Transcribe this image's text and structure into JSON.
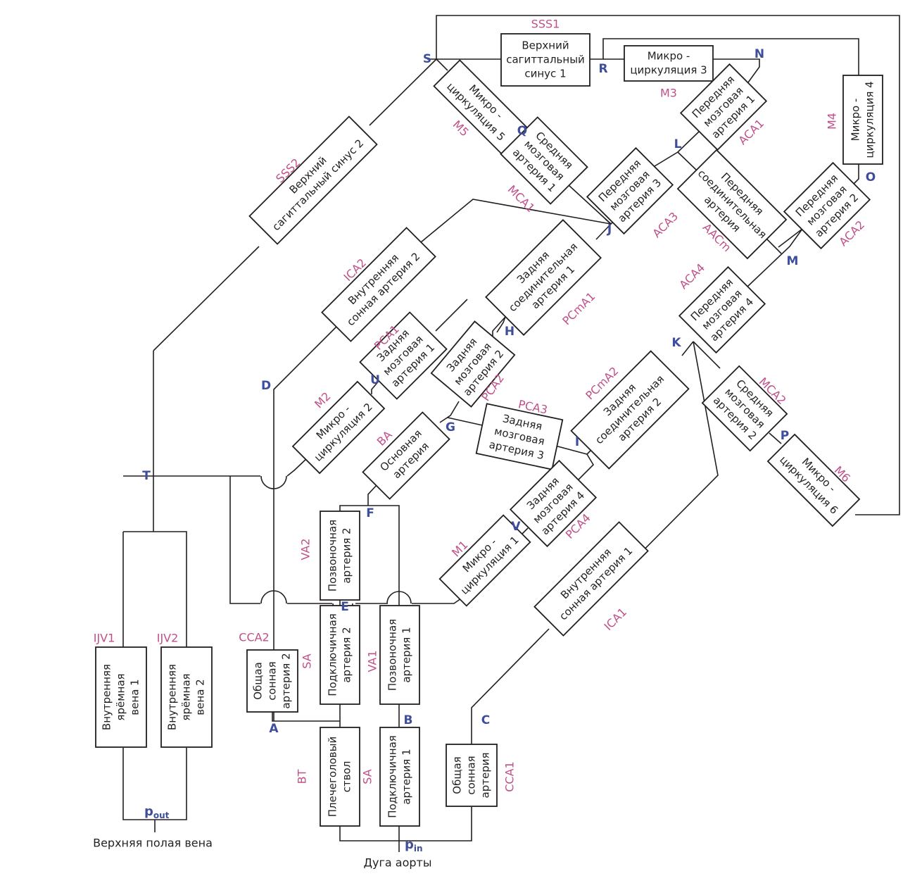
{
  "colors": {
    "line": "#231f20",
    "abbreviation": "#c0508a",
    "node": "#3e4d9c"
  },
  "vessels": [
    {
      "id": "SSS1",
      "name": [
        "Верхний",
        "сагиттальный",
        "синус 1"
      ]
    },
    {
      "id": "SSS2",
      "name": [
        "Верхний",
        "сагиттальный синус 2"
      ]
    },
    {
      "id": "M3",
      "name": [
        "Микро -",
        "циркуляция 3"
      ]
    },
    {
      "id": "M4",
      "name": [
        "Микро -",
        "циркуляция 4"
      ]
    },
    {
      "id": "M5",
      "name": [
        "Микро -",
        "циркуляция 5"
      ]
    },
    {
      "id": "MCA1",
      "name": [
        "Средняя",
        "мозговая",
        "артерия 1"
      ]
    },
    {
      "id": "ACA1",
      "name": [
        "Передняя",
        "мозговая",
        "артерия 1"
      ]
    },
    {
      "id": "ACA3",
      "name": [
        "Передняя",
        "мозговая",
        "артерия 3"
      ]
    },
    {
      "id": "AACm",
      "name": [
        "Передняя",
        "соединительная",
        "артерия"
      ]
    },
    {
      "id": "ACA2",
      "name": [
        "Передняя",
        "мозговая",
        "артерия 2"
      ]
    },
    {
      "id": "ICA2",
      "name": [
        "Внутренняя",
        "сонная артерия 2"
      ]
    },
    {
      "id": "PCmA1",
      "name": [
        "Задняя",
        "соединительная",
        "артерия 1"
      ]
    },
    {
      "id": "ACA4",
      "name": [
        "Передняя",
        "мозговая",
        "артерия 4"
      ]
    },
    {
      "id": "PCA1",
      "name": [
        "Задняя",
        "мозговая",
        "артерия 1"
      ]
    },
    {
      "id": "PCA2",
      "name": [
        "Задняя",
        "мозговая",
        "артерия 2"
      ]
    },
    {
      "id": "M2",
      "name": [
        "Микро -",
        "циркуляция 2"
      ]
    },
    {
      "id": "BA",
      "name": [
        "Основная",
        "артерия"
      ]
    },
    {
      "id": "PCA3",
      "name": [
        "Задняя",
        "мозговая",
        "артерия 3"
      ]
    },
    {
      "id": "PCmA2",
      "name": [
        "Задняя",
        "соединительная",
        "артерия 2"
      ]
    },
    {
      "id": "MCA2",
      "name": [
        "Средняя",
        "мозговая",
        "артерия 2"
      ]
    },
    {
      "id": "M6",
      "name": [
        "Микро -",
        "циркуляция 6"
      ]
    },
    {
      "id": "PCA4",
      "name": [
        "Задняя",
        "мозговая",
        "артерия 4"
      ]
    },
    {
      "id": "M1",
      "name": [
        "Микро -",
        "циркуляция 1"
      ]
    },
    {
      "id": "VA2",
      "name": [
        "Позвоночная",
        "артерия 2"
      ]
    },
    {
      "id": "ICA1",
      "name": [
        "Внутренняя",
        "сонная артерия 1"
      ]
    },
    {
      "id": "IJV1",
      "name": [
        "Внутренняя",
        "ярёмная",
        "вена 1"
      ]
    },
    {
      "id": "IJV2",
      "name": [
        "Внутренняя",
        "ярёмная",
        "вена 2"
      ]
    },
    {
      "id": "CCA2",
      "name": [
        "Общаа",
        "сонная",
        "артерия 2"
      ]
    },
    {
      "id": "SA2",
      "abbr": "SA",
      "name": [
        "Подключичная",
        "артерия 2"
      ]
    },
    {
      "id": "VA1",
      "name": [
        "Позвоночная",
        "артерия 1"
      ]
    },
    {
      "id": "BT",
      "name": [
        "Плечеголовый",
        "ствол"
      ]
    },
    {
      "id": "SA1",
      "abbr": "SA",
      "name": [
        "Подключичная",
        "артерия 1"
      ]
    },
    {
      "id": "CCA1",
      "name": [
        "Общая",
        "сонная",
        "артерия"
      ]
    }
  ],
  "nodes": [
    "S",
    "R",
    "N",
    "Q",
    "L",
    "O",
    "J",
    "M",
    "H",
    "K",
    "U",
    "D",
    "G",
    "I",
    "P",
    "T",
    "F",
    "V",
    "E",
    "A",
    "B",
    "C"
  ],
  "terminals": {
    "outlet_symbol": "p",
    "outlet_sub": "out",
    "outlet_label": "Верхняя полая вена",
    "inlet_symbol": "p",
    "inlet_sub": "in",
    "inlet_label": "Дуга аорты"
  }
}
